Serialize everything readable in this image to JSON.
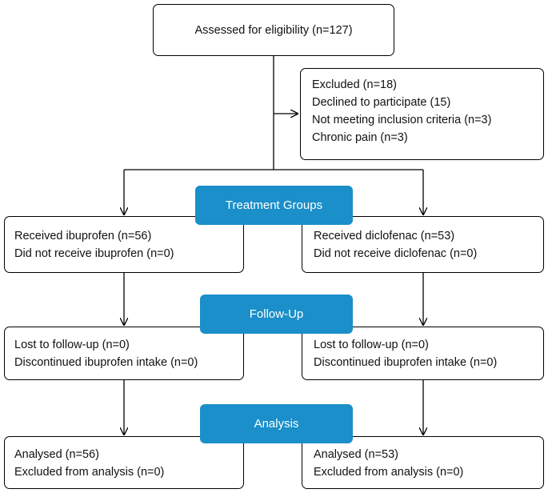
{
  "diagram": {
    "top_box": {
      "text": "Assessed for eligibility (n=127)"
    },
    "exclusion_box": {
      "lines": [
        "Excluded (n=18)",
        "Declined to participate (15)",
        "Not meeting inclusion criteria (n=3)",
        "Chronic pain (n=3)"
      ]
    },
    "stages": {
      "treatment": "Treatment Groups",
      "follow_up": "Follow-Up",
      "analysis": "Analysis"
    },
    "stage_color": "#1a8fc9",
    "left_column": {
      "allocation": [
        "Received ibuprofen (n=56)",
        "Did not receive ibuprofen (n=0)"
      ],
      "follow_up": [
        "Lost to follow-up (n=0)",
        "Discontinued ibuprofen intake (n=0)"
      ],
      "analysis": [
        "Analysed (n=56)",
        "Excluded from analysis (n=0)"
      ]
    },
    "right_column": {
      "allocation": [
        "Received diclofenac (n=53)",
        "Did not receive diclofenac (n=0)"
      ],
      "follow_up": [
        "Lost to follow-up (n=0)",
        "Discontinued ibuprofen intake (n=0)"
      ],
      "analysis": [
        "Analysed (n=53)",
        "Excluded from analysis (n=0)"
      ]
    }
  }
}
